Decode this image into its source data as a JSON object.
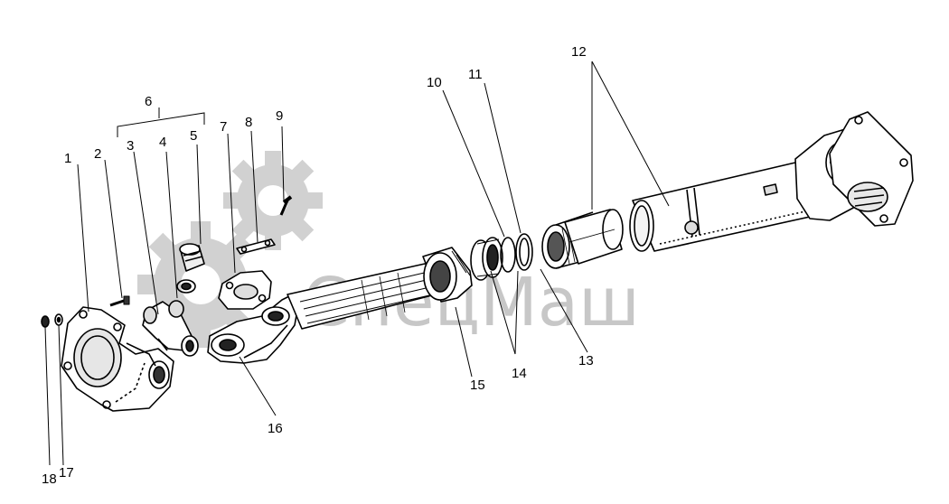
{
  "diagram": {
    "labels": [
      "1",
      "2",
      "3",
      "4",
      "5",
      "6",
      "7",
      "8",
      "9",
      "10",
      "11",
      "12",
      "13",
      "14",
      "15",
      "16",
      "17",
      "18"
    ]
  },
  "watermark": {
    "text": "СпецМаш",
    "icon": "gear-icon"
  },
  "colors": {
    "ink": "#000000",
    "watermark": "#9a9a9a"
  }
}
